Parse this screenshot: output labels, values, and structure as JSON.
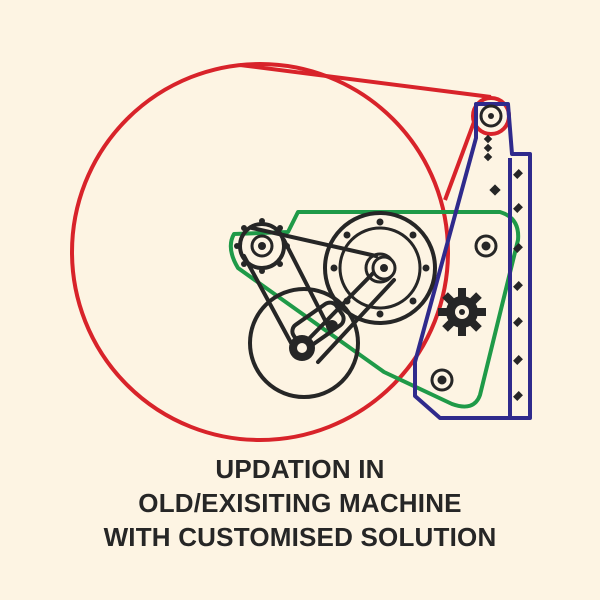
{
  "caption": {
    "line1": "UPDATION IN",
    "line2": "OLD/EXISITING MACHINE",
    "line3": "WITH CUSTOMISED SOLUTION"
  },
  "colors": {
    "background": "#fdf4e3",
    "belt_red": "#d8232a",
    "frame_green": "#1f9a48",
    "frame_blue": "#2f2a8c",
    "mechanism_black": "#262626",
    "caption_text": "#262626"
  },
  "icons": [
    "large-red-pulley-belt",
    "green-frame-plate",
    "blue-side-bracket",
    "drive-gear",
    "small-gear",
    "idler-sprocket",
    "crank-wheel"
  ]
}
